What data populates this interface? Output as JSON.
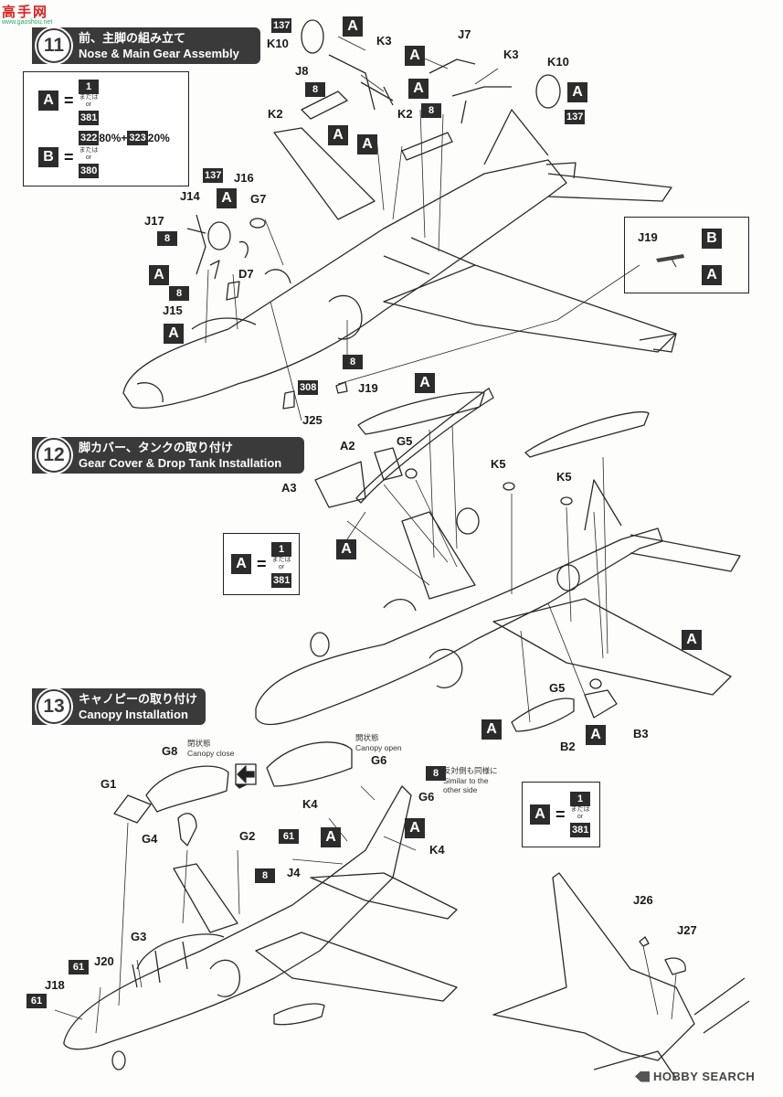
{
  "site_logo": {
    "title": "高手网",
    "url": "www.gaoshou.net"
  },
  "steps": [
    {
      "num": "11",
      "jp": "前、主脚の組み立て",
      "en": "Nose & Main Gear Assembly"
    },
    {
      "num": "12",
      "jp": "脚カバー、タンクの取り付け",
      "en": "Gear Cover & Drop Tank Installation"
    },
    {
      "num": "13",
      "jp": "キャノピーの取り付け",
      "en": "Canopy Installation"
    }
  ],
  "legend_color": {
    "a_label": "A",
    "eq": "=",
    "a_top": "1",
    "a_or_jp": "または",
    "a_or_en": "or",
    "a_bottom": "381",
    "b_label": "B",
    "b_mix_1": "322",
    "b_mix_1_pct": "80%",
    "plus": "+",
    "b_mix_2": "323",
    "b_mix_2_pct": "20%",
    "b_or_jp": "または",
    "b_or_en": "or",
    "b_bottom": "380"
  },
  "legend_a12": {
    "label": "A",
    "eq": "=",
    "top": "1",
    "or_jp": "または",
    "or_en": "or",
    "bottom": "381"
  },
  "legend_a13": {
    "label": "A",
    "eq": "=",
    "top": "1",
    "or_jp": "または",
    "or_en": "or",
    "bottom": "381"
  },
  "j19_inset": {
    "label": "J19",
    "b": "B",
    "a": "A"
  },
  "parts_11": {
    "c137a": "137",
    "a1": "A",
    "k10a": "K10",
    "k3a": "K3",
    "j7": "J7",
    "a2": "A",
    "j8": "J8",
    "k3b": "K3",
    "k10b": "K10",
    "c8a": "8",
    "a3": "A",
    "a4": "A",
    "c8b": "8",
    "k2a": "K2",
    "k2b": "K2",
    "a5": "A",
    "a6": "A",
    "c137b": "137",
    "c137c": "137",
    "j16": "J16",
    "j14": "J14",
    "a7": "A",
    "g7": "G7",
    "j17": "J17",
    "c8c": "8",
    "a8": "A",
    "c8d": "8",
    "d7": "D7",
    "j15": "J15",
    "a9": "A",
    "c8e": "8",
    "c308": "308",
    "j19": "J19",
    "j25": "J25"
  },
  "parts_12": {
    "a1": "A",
    "a2lbl": "A2",
    "g5a": "G5",
    "k5a": "K5",
    "k5b": "K5",
    "a3lbl": "A3",
    "a4": "A",
    "a5": "A",
    "g5b": "G5",
    "a6": "A",
    "b2": "B2",
    "a7": "A",
    "b3": "B3"
  },
  "parts_13": {
    "open_jp": "開状態",
    "open_en": "Canopy open",
    "close_jp": "閉状態",
    "close_en": "Canopy close",
    "g8": "G8",
    "g1": "G1",
    "g4": "G4",
    "g6a": "G6",
    "g6b": "G6",
    "c8a": "8",
    "same_jp": "反対側も同様に",
    "same_en1": "Similar to the",
    "same_en2": "other side",
    "k4a": "K4",
    "a1": "A",
    "a2": "A",
    "k4b": "K4",
    "g2": "G2",
    "c61a": "61",
    "j4": "J4",
    "c8b": "8",
    "g3": "G3",
    "c61b": "61",
    "j20": "J20",
    "c61c": "61",
    "j18": "J18",
    "j26": "J26",
    "j27": "J27"
  },
  "footer": {
    "brand": "HOBBY SEARCH"
  }
}
